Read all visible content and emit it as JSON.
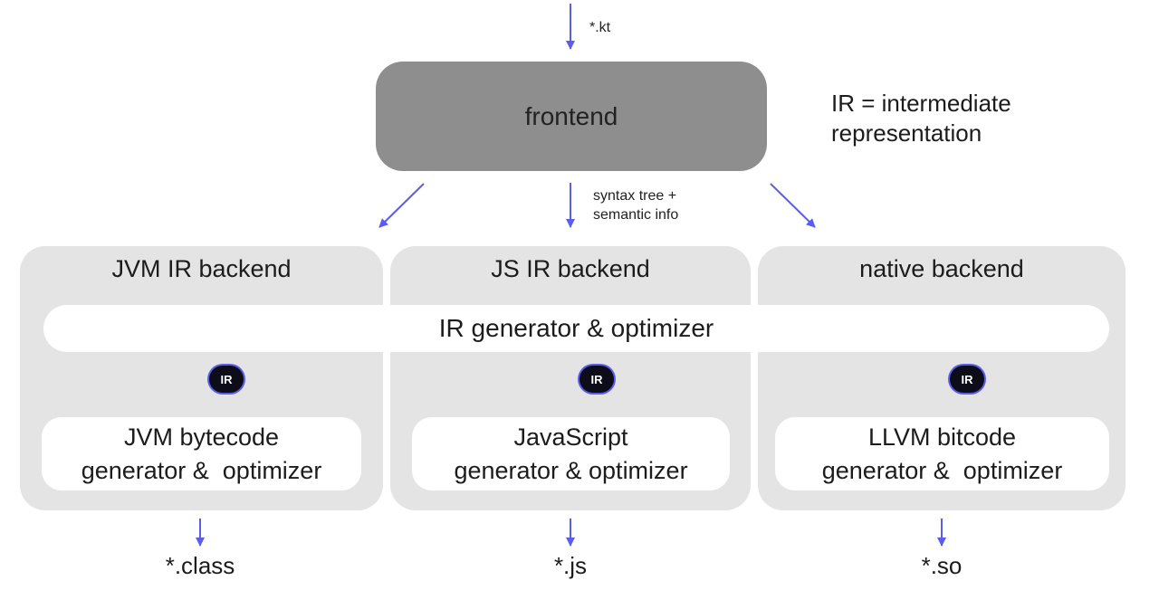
{
  "input_label": "*.kt",
  "frontend_label": "frontend",
  "note": {
    "line1": "IR = intermediate",
    "line2": "representation"
  },
  "middle_label": {
    "line1": "syntax tree +",
    "line2": "semantic info"
  },
  "shared_stage": "IR generator & optimizer",
  "badge_text": "IR",
  "backends": [
    {
      "title": "JVM IR backend",
      "generator_line1": "JVM bytecode",
      "generator_line2": "generator &  optimizer",
      "output": "*.class"
    },
    {
      "title": "JS IR backend",
      "generator_line1": "JavaScript",
      "generator_line2": "generator & optimizer",
      "output": "*.js"
    },
    {
      "title": "native backend",
      "generator_line1": "LLVM bitcode",
      "generator_line2": "generator &  optimizer",
      "output": "*.so"
    }
  ],
  "colors": {
    "arrow": "#5a5ee8",
    "frontend_fill": "#8e8e8e",
    "backend_fill": "#e4e4e4",
    "badge_fill": "#0d0d1a"
  }
}
